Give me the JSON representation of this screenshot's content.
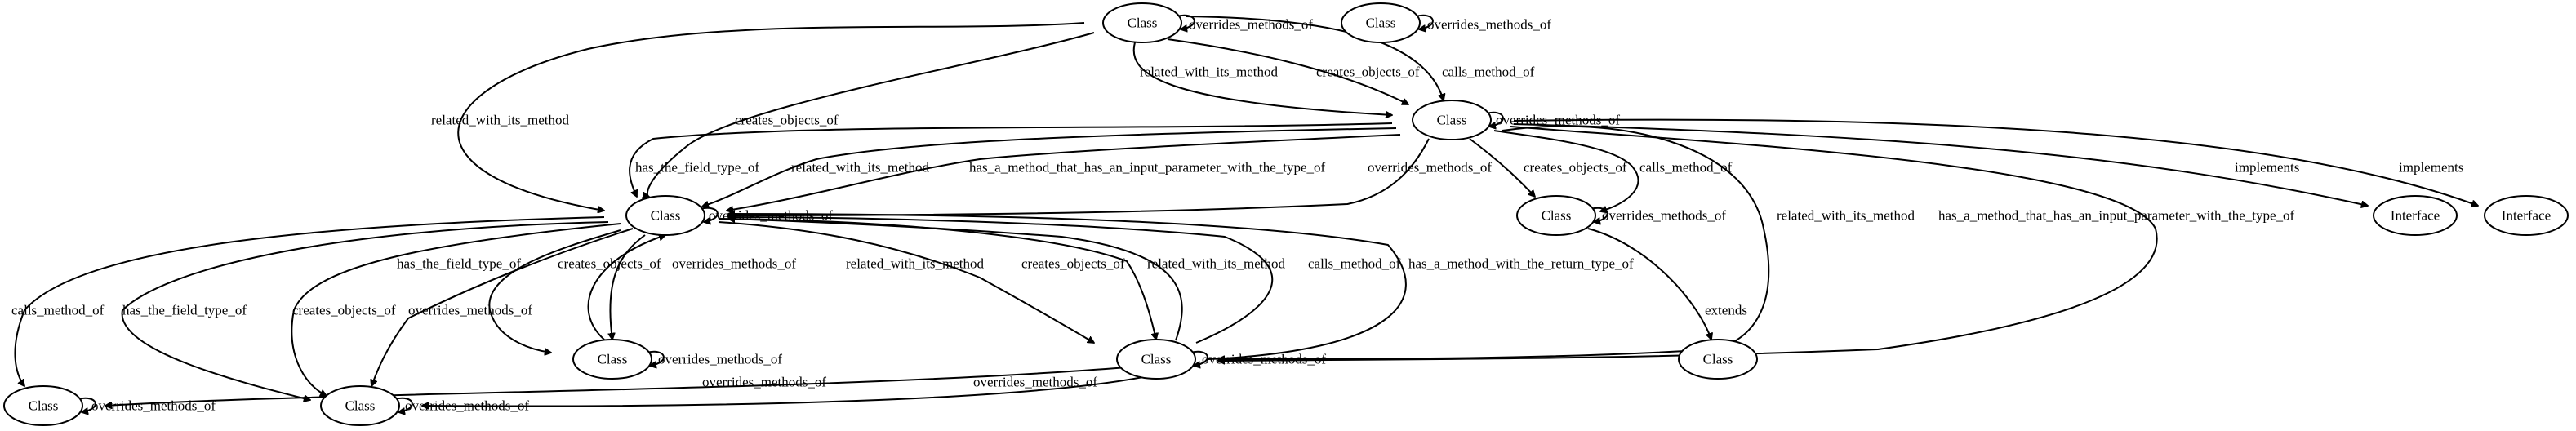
{
  "nodes": {
    "n1": "Class",
    "n2": "Class",
    "n3": "Class",
    "n4": "Class",
    "n5": "Class",
    "n6": "Interface",
    "n7": "Interface",
    "n8": "Class",
    "n9": "Class",
    "n10": "Class",
    "n11": "Class",
    "n12": "Class"
  },
  "edges": [
    {
      "id": "e_n1_self",
      "from": "n1",
      "to": "n1",
      "label": "overrides_methods_of"
    },
    {
      "id": "e_n1_n4_rel",
      "from": "n1",
      "to": "n4",
      "label": "related_with_its_method"
    },
    {
      "id": "e_n1_n4_cre",
      "from": "n1",
      "to": "n4",
      "label": "creates_objects_of"
    },
    {
      "id": "e_n1_n3_rel",
      "from": "n1",
      "to": "n3",
      "label": "related_with_its_method"
    },
    {
      "id": "e_n1_n3_cre",
      "from": "n1",
      "to": "n3",
      "label": "creates_objects_of"
    },
    {
      "id": "e_n1_n3_call",
      "from": "n1",
      "to": "n3",
      "label": "calls_method_of"
    },
    {
      "id": "e_n2_self",
      "from": "n2",
      "to": "n2",
      "label": "overrides_methods_of"
    },
    {
      "id": "e_n3_self",
      "from": "n3",
      "to": "n3",
      "label": "overrides_methods_of"
    },
    {
      "id": "e_n3_n4_field",
      "from": "n3",
      "to": "n4",
      "label": "has_the_field_type_of"
    },
    {
      "id": "e_n3_n4_rel",
      "from": "n3",
      "to": "n4",
      "label": "related_with_its_method"
    },
    {
      "id": "e_n3_n4_param",
      "from": "n3",
      "to": "n4",
      "label": "has_a_method_that_has_an_input_parameter_with_the_type_of"
    },
    {
      "id": "e_n3_n4_ovr",
      "from": "n3",
      "to": "n4",
      "label": "overrides_methods_of"
    },
    {
      "id": "e_n3_n5_cre",
      "from": "n3",
      "to": "n5",
      "label": "creates_objects_of"
    },
    {
      "id": "e_n3_n5_call",
      "from": "n3",
      "to": "n5",
      "label": "calls_method_of"
    },
    {
      "id": "e_n3_n6",
      "from": "n3",
      "to": "n6",
      "label": "implements"
    },
    {
      "id": "e_n3_n7",
      "from": "n3",
      "to": "n7",
      "label": "implements"
    },
    {
      "id": "e_n3_n9_rel",
      "from": "n3",
      "to": "n9",
      "label": "related_with_its_method"
    },
    {
      "id": "e_n3_n9_param",
      "from": "n3",
      "to": "n9",
      "label": "has_a_method_that_has_an_input_parameter_with_the_type_of"
    },
    {
      "id": "e_n4_self",
      "from": "n4",
      "to": "n4",
      "label": "overrides_methods_of"
    },
    {
      "id": "e_n4_n8_field",
      "from": "n4",
      "to": "n8",
      "label": "has_the_field_type_of"
    },
    {
      "id": "e_n4_n8_cre",
      "from": "n4",
      "to": "n8",
      "label": "creates_objects_of"
    },
    {
      "id": "e_n8_n4_ovr",
      "from": "n8",
      "to": "n4",
      "label": "overrides_methods_of"
    },
    {
      "id": "e_n4_n9_rel",
      "from": "n4",
      "to": "n9",
      "label": "related_with_its_method"
    },
    {
      "id": "e_n4_n9_cre",
      "from": "n4",
      "to": "n9",
      "label": "creates_objects_of"
    },
    {
      "id": "e_n9_n4_rel",
      "from": "n9",
      "to": "n4",
      "label": "related_with_its_method"
    },
    {
      "id": "e_n9_n4_call",
      "from": "n9",
      "to": "n4",
      "label": "calls_method_of"
    },
    {
      "id": "e_n9_n4_ret",
      "from": "n9",
      "to": "n4",
      "label": "has_a_method_with_the_return_type_of"
    },
    {
      "id": "e_n4_n11_call",
      "from": "n4",
      "to": "n11",
      "label": "calls_method_of"
    },
    {
      "id": "e_n4_n12_field",
      "from": "n4",
      "to": "n12",
      "label": "has_the_field_type_of"
    },
    {
      "id": "e_n4_n12_cre",
      "from": "n4",
      "to": "n12",
      "label": "creates_objects_of"
    },
    {
      "id": "e_n4_n12_ovr",
      "from": "n4",
      "to": "n12",
      "label": "overrides_methods_of"
    },
    {
      "id": "e_n5_self",
      "from": "n5",
      "to": "n5",
      "label": "overrides_methods_of"
    },
    {
      "id": "e_n5_n10",
      "from": "n5",
      "to": "n10",
      "label": "extends"
    },
    {
      "id": "e_n8_self",
      "from": "n8",
      "to": "n8",
      "label": "overrides_methods_of"
    },
    {
      "id": "e_n9_self",
      "from": "n9",
      "to": "n9",
      "label": "overrides_methods_of"
    },
    {
      "id": "e_n9_n11_ovr",
      "from": "n9",
      "to": "n11",
      "label": "overrides_methods_of"
    },
    {
      "id": "e_n9_n12_ovr",
      "from": "n9",
      "to": "n12",
      "label": "overrides_methods_of"
    },
    {
      "id": "e_n11_self",
      "from": "n11",
      "to": "n11",
      "label": "overrides_methods_of"
    },
    {
      "id": "e_n12_self",
      "from": "n12",
      "to": "n12",
      "label": "overrides_methods_of"
    }
  ]
}
